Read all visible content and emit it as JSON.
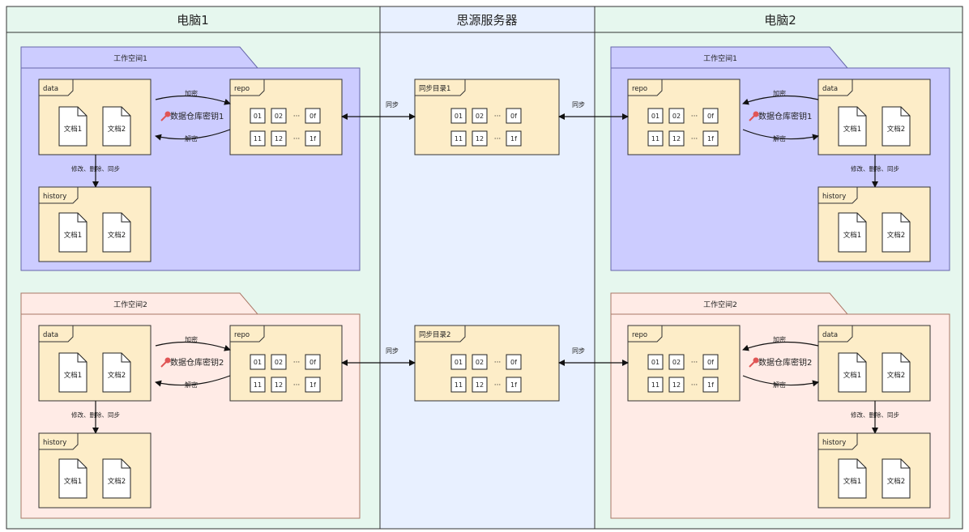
{
  "columns": {
    "left": "电脑1",
    "center": "思源服务器",
    "right": "电脑2"
  },
  "workspaces": [
    {
      "title": "工作空间1",
      "key_label": "数据仓库密钥1",
      "server_dir": "同步目录1",
      "color": "#ccccff",
      "border": "#6666aa"
    },
    {
      "title": "工作空间2",
      "key_label": "数据仓库密钥2",
      "server_dir": "同步目录2",
      "color": "#ffebe6",
      "border": "#aa7766"
    }
  ],
  "labels": {
    "data": "data",
    "repo": "repo",
    "history": "history",
    "encrypt": "加密",
    "decrypt": "解密",
    "sync": "同步",
    "modify": "修改、删除、同步",
    "doc1": "文档1",
    "doc2": "文档2"
  },
  "chunks": {
    "row1": [
      "01",
      "02",
      "···",
      "0f"
    ],
    "row2": [
      "11",
      "12",
      "···",
      "1f"
    ]
  },
  "colors": {
    "column_bg": "#e6f7ee",
    "center_bg": "#e8f0ff",
    "box_fill": "#fdedc8",
    "box_border": "#333333",
    "key_icon": "#e05555"
  }
}
